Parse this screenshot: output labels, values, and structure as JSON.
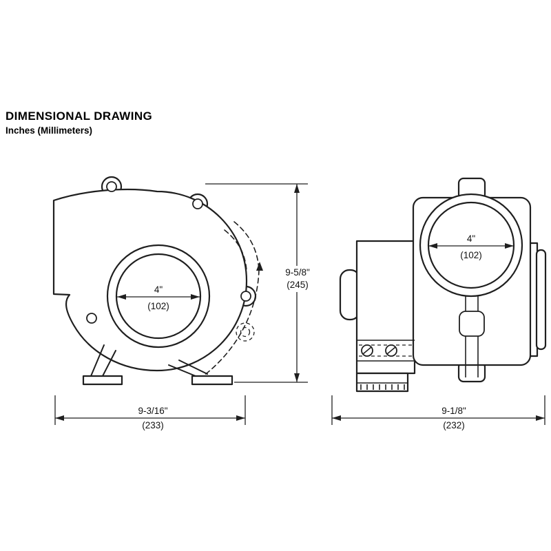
{
  "header": {
    "title": "DIMENSIONAL DRAWING",
    "subtitle": "Inches (Millimeters)"
  },
  "front_view": {
    "port_diameter_in": "4\"",
    "port_diameter_mm": "(102)",
    "width_in": "9-3/16\"",
    "width_mm": "(233)"
  },
  "side_view": {
    "port_diameter_in": "4\"",
    "port_diameter_mm": "(102)",
    "width_in": "9-1/8\"",
    "width_mm": "(232)"
  },
  "overall": {
    "height_in": "9-5/8\"",
    "height_mm": "(245)"
  }
}
